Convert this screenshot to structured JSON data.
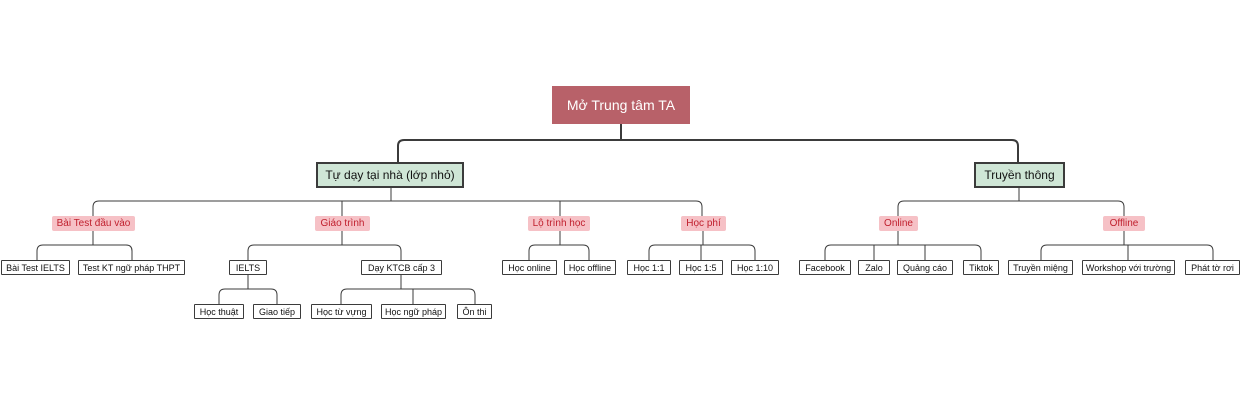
{
  "root": {
    "label": "Mở Trung tâm TA"
  },
  "branches": {
    "left": {
      "label": "Tự dạy tại nhà (lớp nhỏ)",
      "test": {
        "label": "Bài Test đầu vào",
        "items": [
          "Bài Test IELTS",
          "Test KT ngữ pháp THPT"
        ]
      },
      "textbook": {
        "label": "Giáo trình",
        "ielts": {
          "label": "IELTS",
          "items": [
            "Học thuật",
            "Giao tiếp"
          ]
        },
        "ktcb": {
          "label": "Dạy KTCB cấp 3",
          "items": [
            "Học từ vựng",
            "Học ngữ pháp",
            "Ôn thi"
          ]
        }
      },
      "path": {
        "label": "Lộ trình học",
        "items": [
          "Học online",
          "Học offline"
        ]
      },
      "fee": {
        "label": "Học phí",
        "items": [
          "Học 1:1",
          "Học 1:5",
          "Học 1:10"
        ]
      }
    },
    "right": {
      "label": "Truyền thông",
      "online": {
        "label": "Online",
        "items": [
          "Facebook",
          "Zalo",
          "Quảng cáo",
          "Tiktok"
        ]
      },
      "offline": {
        "label": "Offline",
        "items": [
          "Truyền miệng",
          "Workshop với trường",
          "Phát tờ rơi"
        ]
      }
    }
  },
  "colors": {
    "root": "#b86169",
    "main": "#cfe6d6",
    "category": "#f6c1c6",
    "category_text": "#c0202e",
    "line": "#3b3b3b"
  }
}
